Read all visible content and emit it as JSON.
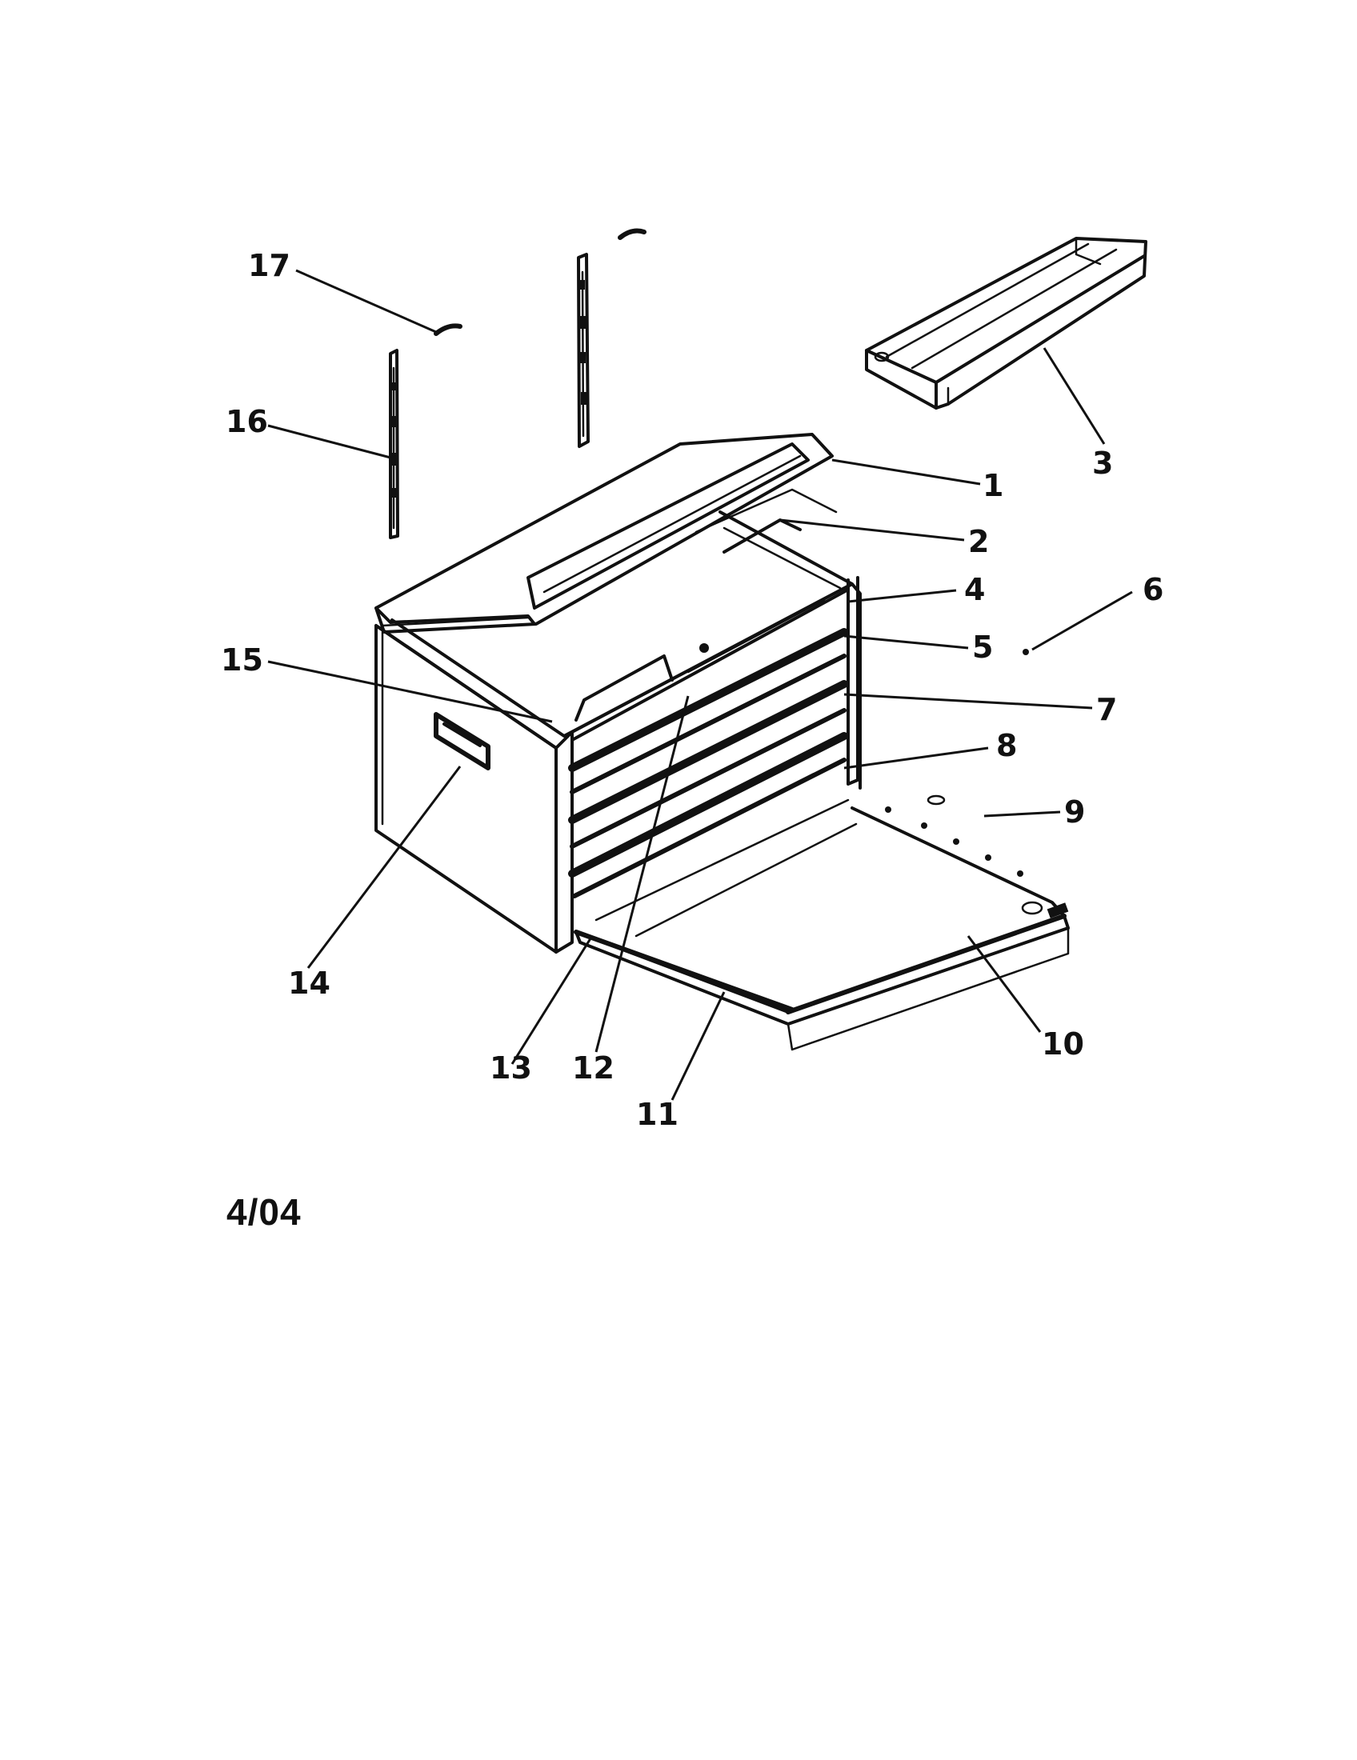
{
  "date_code": "4/04",
  "callouts": [
    {
      "id": "1",
      "label": "1"
    },
    {
      "id": "2",
      "label": "2"
    },
    {
      "id": "3",
      "label": "3"
    },
    {
      "id": "4",
      "label": "4"
    },
    {
      "id": "5",
      "label": "5"
    },
    {
      "id": "6",
      "label": "6"
    },
    {
      "id": "7",
      "label": "7"
    },
    {
      "id": "8",
      "label": "8"
    },
    {
      "id": "9",
      "label": "9"
    },
    {
      "id": "10",
      "label": "10"
    },
    {
      "id": "11",
      "label": "11"
    },
    {
      "id": "12",
      "label": "12"
    },
    {
      "id": "13",
      "label": "13"
    },
    {
      "id": "14",
      "label": "14"
    },
    {
      "id": "15",
      "label": "15"
    },
    {
      "id": "16",
      "label": "16"
    },
    {
      "id": "17",
      "label": "17"
    }
  ]
}
